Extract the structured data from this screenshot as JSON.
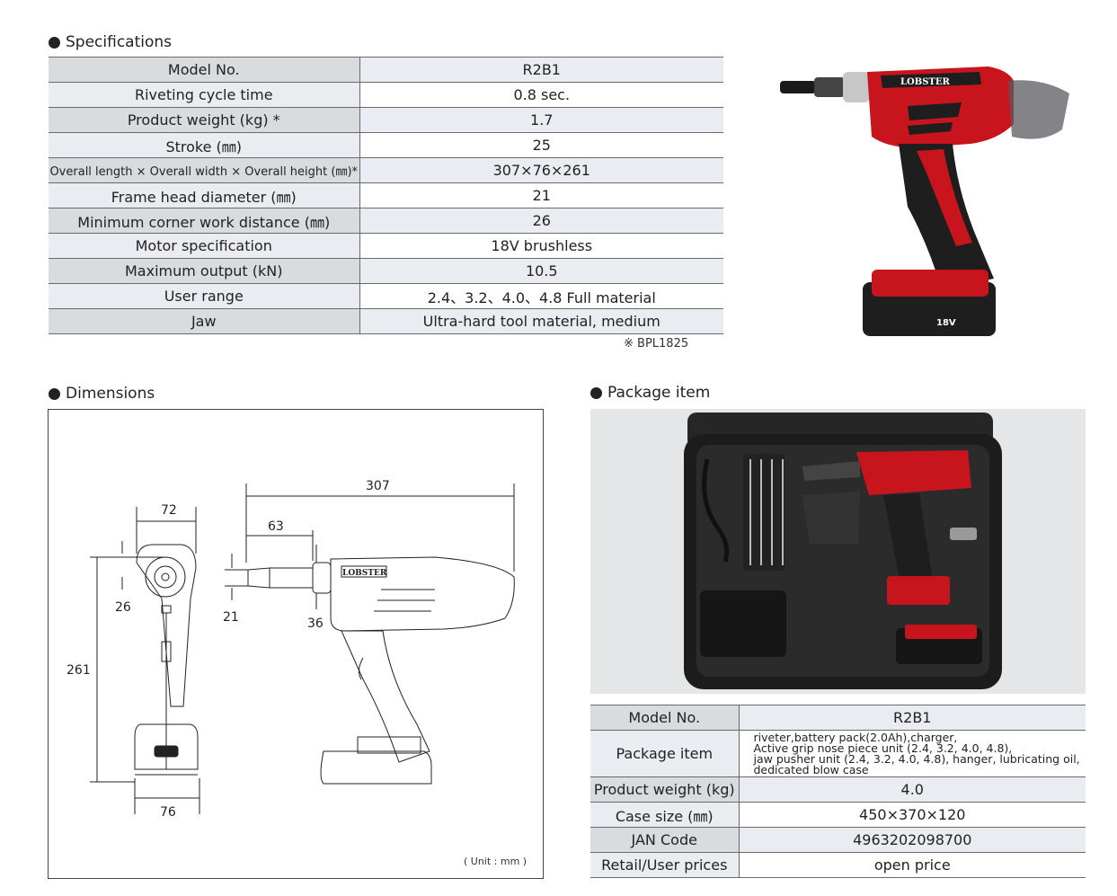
{
  "headings": {
    "specifications": "Specifications",
    "dimensions": "Dimensions",
    "package_item": "Package item"
  },
  "spec_table": {
    "header": {
      "key": "Model No.",
      "value": "R2B1"
    },
    "rows": [
      {
        "key": "Riveting cycle time",
        "value": "0.8 sec."
      },
      {
        "key": "Product weight (kg) *",
        "value": "1.7"
      },
      {
        "key": "Stroke (㎜)",
        "value": "25"
      },
      {
        "key": "Overall length × Overall width × Overall height (㎜)*",
        "value": "307×76×261"
      },
      {
        "key": "Frame head diameter (㎜)",
        "value": "21"
      },
      {
        "key": "Minimum corner work distance (㎜)",
        "value": "26"
      },
      {
        "key": "Motor specification",
        "value": "18V brushless"
      },
      {
        "key": "Maximum output (kN)",
        "value": "10.5"
      },
      {
        "key": "User range",
        "value": "2.4、3.2、4.0、4.8 Full material"
      },
      {
        "key": "Jaw",
        "value": "Ultra-hard tool material, medium"
      }
    ],
    "footnote": "※ BPL1825"
  },
  "dimensions": {
    "overall_length": "307",
    "head_to_body": "63",
    "width": "72",
    "height": "261",
    "corner_distance": "26",
    "frame_head_diameter": "21",
    "nose_diameter": "36",
    "base_width": "76",
    "unit_note": "( Unit : mm )",
    "brand": "LOBSTER"
  },
  "product_photo": {
    "brand": "LOBSTER",
    "battery_label": "18V"
  },
  "package_table": {
    "header": {
      "key": "Model No.",
      "value": "R2B1"
    },
    "package_item": {
      "key": "Package item",
      "lines": [
        "riveter,battery pack(2.0Ah),charger,",
        "Active grip nose piece unit (2.4, 3.2, 4.0, 4.8),",
        "jaw pusher unit (2.4, 3.2, 4.0, 4.8), hanger, lubricating oil,",
        "dedicated blow case"
      ]
    },
    "rows": [
      {
        "key": "Product weight (kg)",
        "value": "4.0"
      },
      {
        "key": "Case size (㎜)",
        "value": "450×370×120"
      },
      {
        "key": "JAN Code",
        "value": "4963202098700"
      },
      {
        "key": "Retail/User prices",
        "value": "open price"
      }
    ]
  },
  "colors": {
    "shade_row": "#e9edf1",
    "tool_red": "#c8141c",
    "tool_black": "#1e1e1e"
  }
}
